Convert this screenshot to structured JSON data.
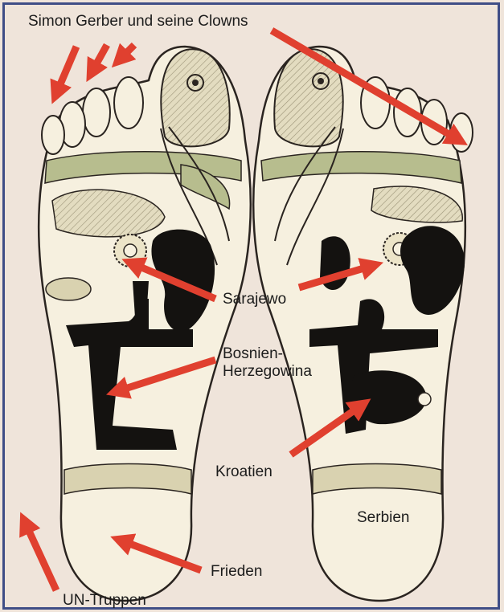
{
  "labels": {
    "clowns": "Simon Gerber und seine Clowns",
    "sarajewo": "Sarajewo",
    "bosnien_line1": "Bosnien-",
    "bosnien_line2": "Herzegowina",
    "kroatien": "Kroatien",
    "serbien": "Serbien",
    "frieden": "Frieden",
    "un_truppen": "UN-Truppen"
  },
  "colors": {
    "background": "#efe4da",
    "frame": "#3f4d86",
    "arrow": "#e0402f",
    "outline": "#2a2420",
    "dark_region": "#141210",
    "foot_fill": "#f6f0df",
    "hatch_fill": "#d9d2b0",
    "green_fill": "#b7bd8e"
  }
}
